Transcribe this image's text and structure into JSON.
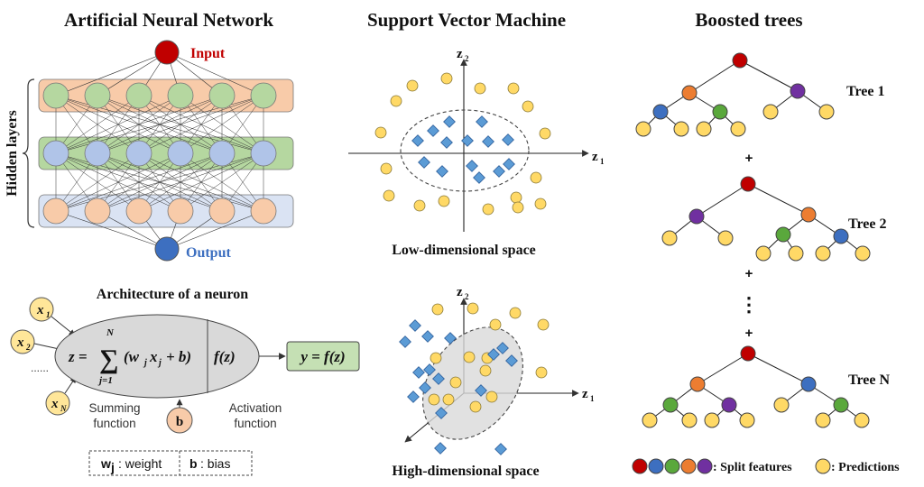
{
  "ann": {
    "title": "Artificial Neural Network",
    "input_label": "Input",
    "output_label": "Output",
    "hidden_label": "Hidden layers",
    "colors": {
      "input": "#c00000",
      "output": "#3d6fc0",
      "orange": "#f8cba9",
      "green": "#b5d7a0",
      "blue": "#b0c4e8"
    }
  },
  "neuron": {
    "title": "Architecture of a neuron",
    "inputs": [
      "x",
      "x",
      "x"
    ],
    "input_subs": [
      "1",
      "2",
      "N"
    ],
    "dots": "......",
    "formula": {
      "lhs": "z =",
      "sum_top": "N",
      "sum_sign": "∑",
      "sum_bottom": "j=1",
      "body": "(w",
      "j1": "j",
      "x": "x",
      "j2": "j",
      "tail": "+ b)"
    },
    "activation": "f(z)",
    "output": "y = f(z)",
    "bias": "b",
    "summing_label": [
      "Summing",
      "function"
    ],
    "activation_label": [
      "Activation",
      "function"
    ],
    "legend": {
      "weight_symbol": "w",
      "weight_sub": "j",
      "weight_text": ": weight",
      "bias_symbol": "b",
      "bias_text": ": bias"
    }
  },
  "svm": {
    "title": "Support Vector Machine",
    "low_caption": "Low-dimensional space",
    "high_caption": "High-dimensional space",
    "axis_z1": "z",
    "axis_z1_sub": "1",
    "axis_z2": "z",
    "axis_z2_sub": "2"
  },
  "trees": {
    "title": "Boosted trees",
    "labels": [
      "Tree 1",
      "Tree 2",
      "Tree N"
    ],
    "plus": "+",
    "dots": "⋮",
    "legend_split": ": Split features",
    "legend_pred": ": Predictions",
    "colors": {
      "red": "#c00000",
      "blue": "#3d6fc0",
      "green": "#5aa83c",
      "orange": "#ec7d31",
      "purple": "#7030a0",
      "yellow": "#ffd966"
    }
  }
}
